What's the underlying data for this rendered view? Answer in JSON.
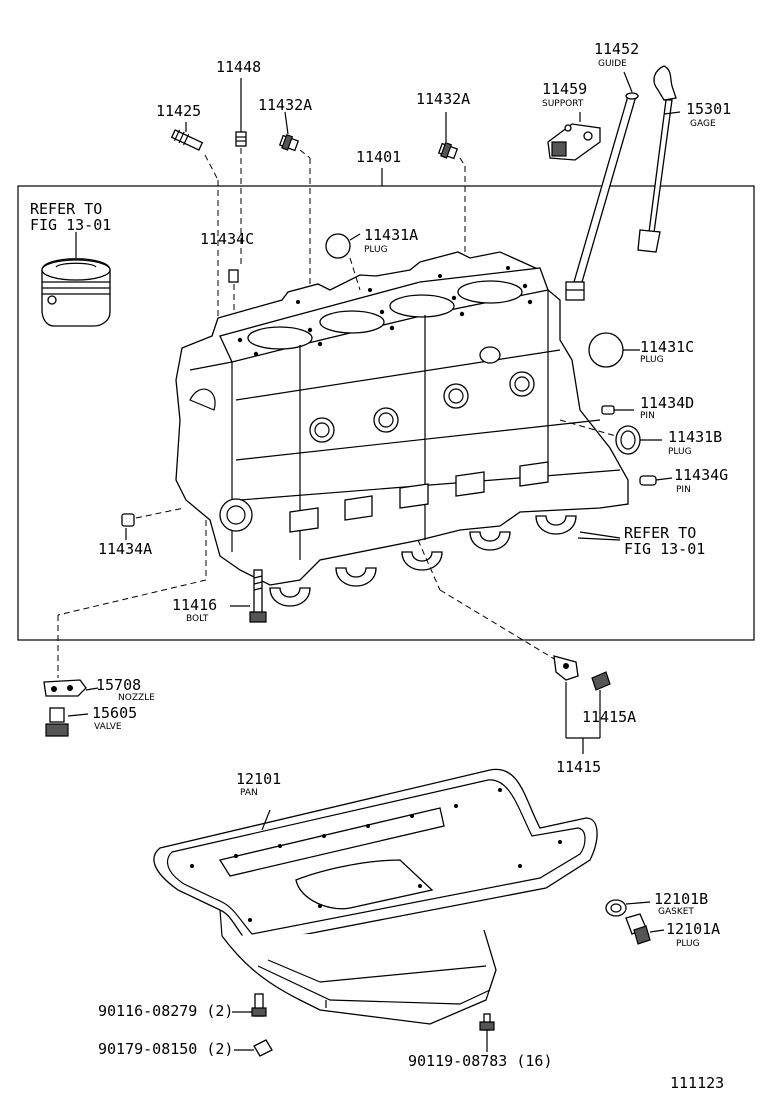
{
  "labels": {
    "p11448": "11448",
    "p11425": "11425",
    "p11432a_1": "11432A",
    "p11432a_2": "11432A",
    "p11452": "11452",
    "p11452_desc": "GUIDE",
    "p11459": "11459",
    "p11459_desc": "SUPPORT",
    "p15301": "15301",
    "p15301_desc": "GAGE",
    "p11401": "11401",
    "refer_top_1": "REFER TO",
    "refer_top_2": "FIG 13-01",
    "p11434c": "11434C",
    "p11431a": "11431A",
    "p11431a_desc": "PLUG",
    "p11431c": "11431C",
    "p11431c_desc": "PLUG",
    "p11434d": "11434D",
    "p11434d_desc": "PIN",
    "p11431b": "11431B",
    "p11431b_desc": "PLUG",
    "p11434g": "11434G",
    "p11434g_desc": "PIN",
    "refer_right_1": "REFER TO",
    "refer_right_2": "FIG 13-01",
    "p11434a": "11434A",
    "p11416": "11416",
    "p11416_desc": "BOLT",
    "p15708": "15708",
    "p15708_desc": "NOZZLE",
    "p15605": "15605",
    "p15605_desc": "VALVE",
    "p11415a": "11415A",
    "p11415": "11415",
    "p12101": "12101",
    "p12101_desc": "PAN",
    "p12101b": "12101B",
    "p12101b_desc": "GASKET",
    "p12101a": "12101A",
    "p12101a_desc": "PLUG",
    "p90116": "90116-08279 (2)",
    "p90179": "90179-08150 (2)",
    "p90119": "90119-08783 (16)",
    "fig_number": "111123"
  }
}
